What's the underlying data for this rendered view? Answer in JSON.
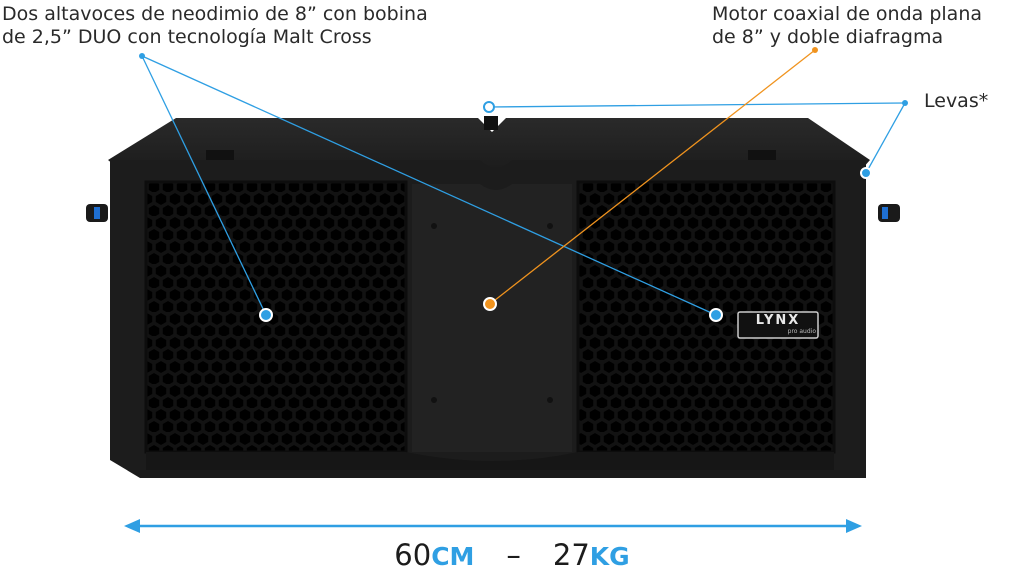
{
  "callouts": {
    "woofers": {
      "line1": "Dos altavoces de neodimio de 8” con bobina",
      "line2": "de 2,5” DUO con tecnología Malt Cross"
    },
    "driver": {
      "line1": "Motor coaxial de onda plana",
      "line2": "de 8” y doble diafragma"
    },
    "rigging": {
      "label": "Levas*"
    }
  },
  "brand": {
    "logo_text": "LYNX",
    "logo_subtext": "pro audio"
  },
  "dimensions": {
    "width_value": "60",
    "width_unit": "CM",
    "separator": "–",
    "weight_value": "27",
    "weight_unit": "KG"
  },
  "colors": {
    "blue_callout": "#2f9fe3",
    "orange_callout": "#f0931e",
    "cabinet": "#1b1b1b",
    "text": "#2a2a2a"
  }
}
